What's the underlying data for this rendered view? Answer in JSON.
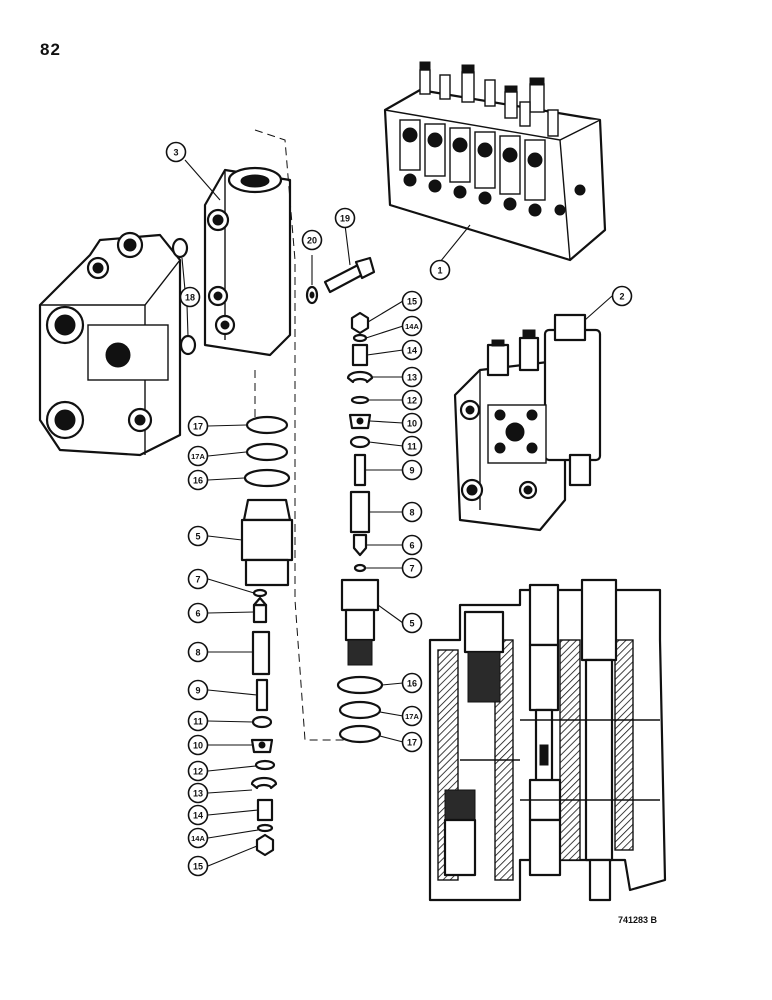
{
  "page_number": "82",
  "drawing_reference": "741283 B",
  "callouts": [
    {
      "id": "c1",
      "label": "1"
    },
    {
      "id": "c2",
      "label": "2"
    },
    {
      "id": "c3",
      "label": "3"
    },
    {
      "id": "c18",
      "label": "18"
    },
    {
      "id": "c20",
      "label": "20"
    },
    {
      "id": "c19",
      "label": "19"
    },
    {
      "id": "c15r",
      "label": "15"
    },
    {
      "id": "c14Ar",
      "label": "14A"
    },
    {
      "id": "c14r",
      "label": "14"
    },
    {
      "id": "c13r",
      "label": "13"
    },
    {
      "id": "c12r",
      "label": "12"
    },
    {
      "id": "c10r",
      "label": "10"
    },
    {
      "id": "c11r",
      "label": "11"
    },
    {
      "id": "c9r",
      "label": "9"
    },
    {
      "id": "c8r",
      "label": "8"
    },
    {
      "id": "c6r",
      "label": "6"
    },
    {
      "id": "c7r",
      "label": "7"
    },
    {
      "id": "c5r",
      "label": "5"
    },
    {
      "id": "c16r",
      "label": "16"
    },
    {
      "id": "c17Ar",
      "label": "17A"
    },
    {
      "id": "c17r",
      "label": "17"
    },
    {
      "id": "c17l",
      "label": "17"
    },
    {
      "id": "c17Al",
      "label": "17A"
    },
    {
      "id": "c16l",
      "label": "16"
    },
    {
      "id": "c5l",
      "label": "5"
    },
    {
      "id": "c7l",
      "label": "7"
    },
    {
      "id": "c6l",
      "label": "6"
    },
    {
      "id": "c8l",
      "label": "8"
    },
    {
      "id": "c9l",
      "label": "9"
    },
    {
      "id": "c11l",
      "label": "11"
    },
    {
      "id": "c10l",
      "label": "10"
    },
    {
      "id": "c12l",
      "label": "12"
    },
    {
      "id": "c13l",
      "label": "13"
    },
    {
      "id": "c14l",
      "label": "14"
    },
    {
      "id": "c14Al",
      "label": "14A"
    },
    {
      "id": "c15l",
      "label": "15"
    }
  ]
}
